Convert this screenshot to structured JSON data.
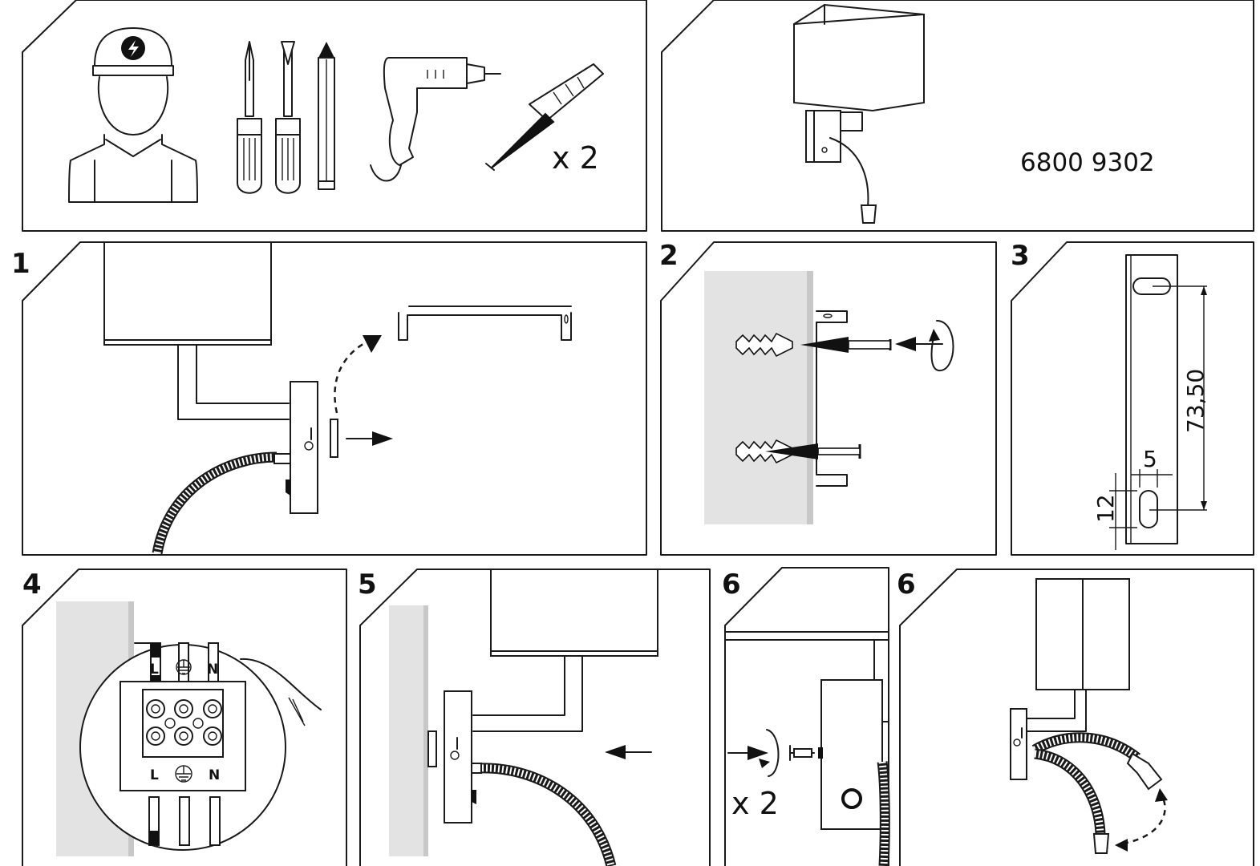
{
  "tools_panel": {
    "multiplier": "x 2",
    "icons": [
      "electrician-icon",
      "phillips-screwdriver-icon",
      "flat-screwdriver-icon",
      "pencil-icon",
      "drill-icon",
      "wall-plug-screw-icon"
    ]
  },
  "product_panel": {
    "model_code": "6800  9302"
  },
  "steps": {
    "s1": "1",
    "s2": "2",
    "s3": "3",
    "s4": "4",
    "s5": "5",
    "s6a": "6",
    "s6b": "6"
  },
  "dimensions": {
    "hole_spacing": "73,50",
    "slot_width": "5",
    "slot_height": "12"
  },
  "terminals": {
    "live": "L",
    "neutral": "N",
    "live_bottom": "L",
    "neutral_bottom": "N"
  },
  "step6": {
    "multiplier": "x 2"
  }
}
